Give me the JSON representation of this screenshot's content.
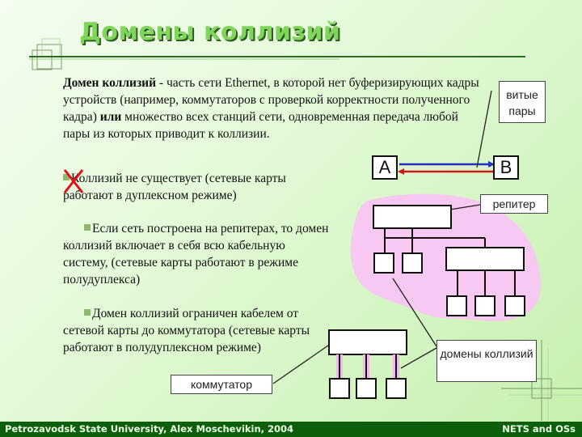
{
  "title": "Домены коллизий",
  "intro": {
    "term": "Домен коллизий",
    "text1": " - часть сети Ethernet, в которой нет буферизирующих кадры устройств (например, коммутаторов с проверкой корректности полученного кадра) ",
    "or_word": "или",
    "text2": " множество всех станций сети, одновременная передача любой пары из которых приводит к коллизии."
  },
  "bullets": [
    "Коллизий не существует (сетевые карты работают в дуплексном режиме)",
    "Если сеть построена на репитерах, то домен коллизий включает в себя всю кабельную систему, (сетевые карты работают в режиме полудуплекса)",
    "Домен коллизий ограничен кабелем от сетевой карты до коммутатора (сетевые карты работают в полудуплексном режиме)"
  ],
  "diagram": {
    "twisted_pair_label": "витые пары",
    "node_a": "A",
    "node_b": "B",
    "repeater_label": "репитер",
    "collision_domains_label": "домены коллизий",
    "switch_label": "коммутатор"
  },
  "footer": {
    "left": "Petrozavodsk State University, Alex Moschevikin, 2004",
    "right": "NETS and OSs"
  },
  "colors": {
    "title": "#7fd65a",
    "footer_bg": "#0d5e0d",
    "domain_blob": "#f6c8f2",
    "cross": "#e01010",
    "wire_blue": "#2030c0",
    "wire_red": "#d01818"
  }
}
